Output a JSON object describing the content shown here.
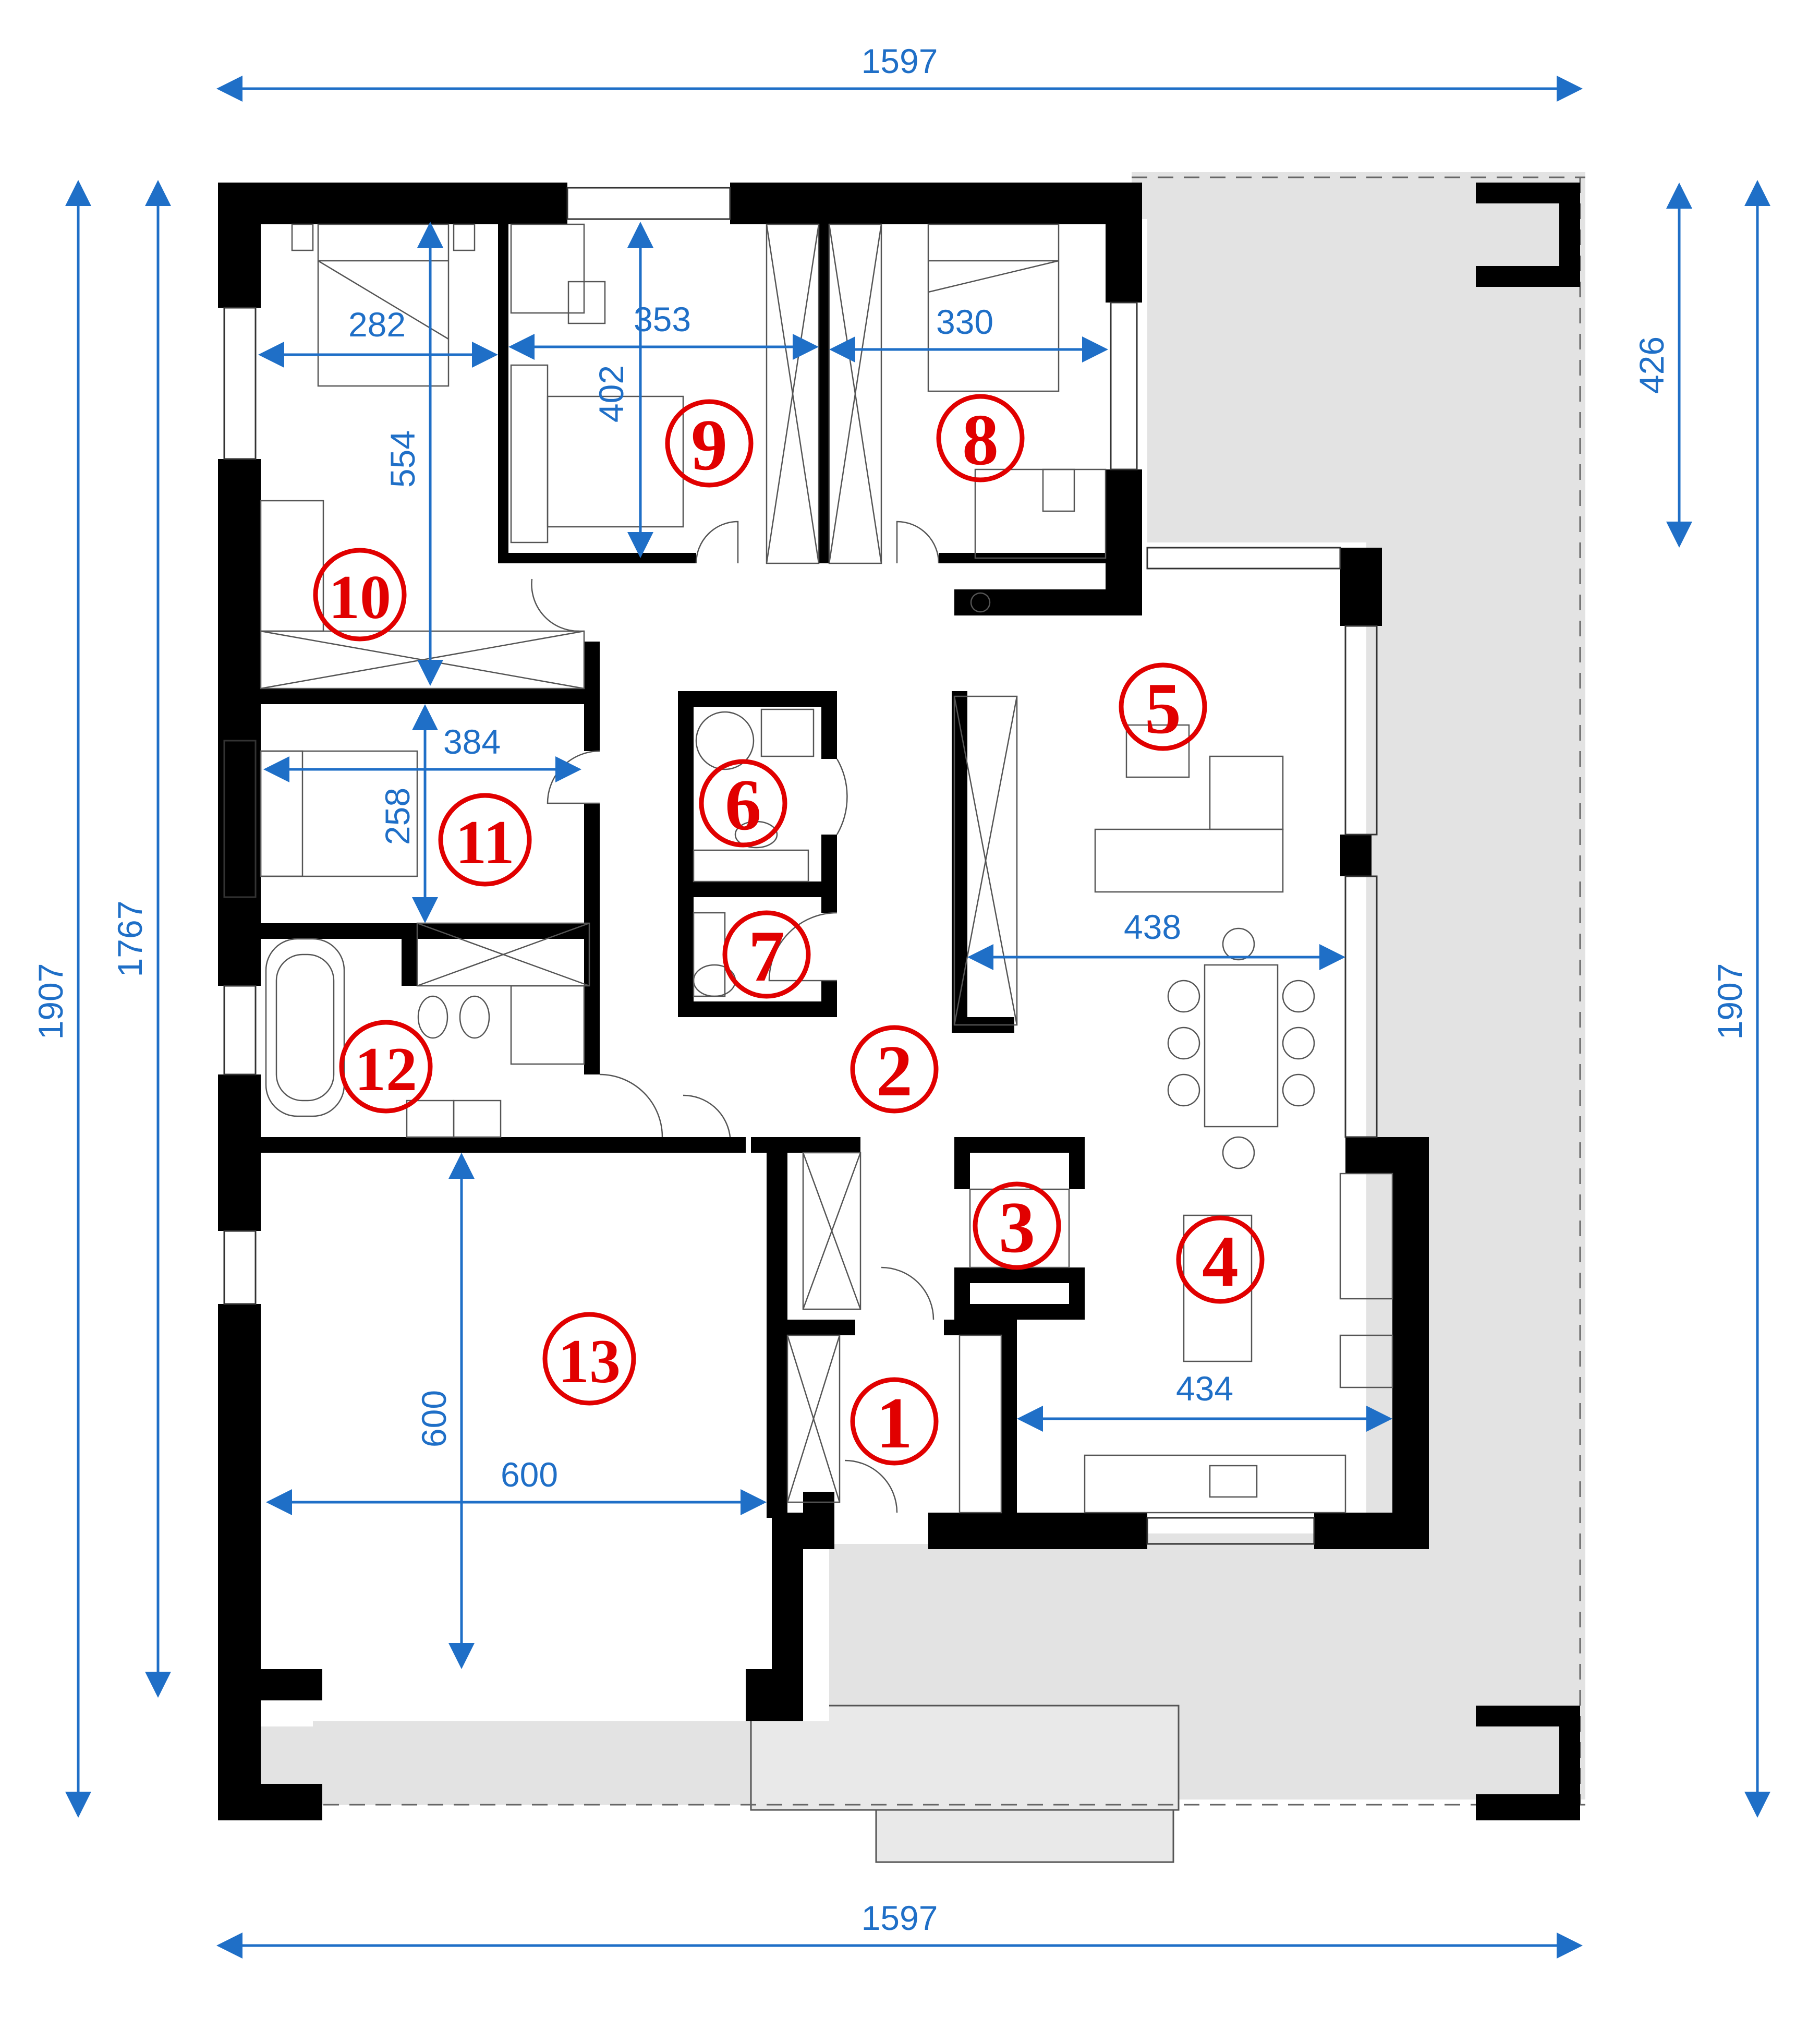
{
  "dimensions": {
    "top_width": "1597",
    "bottom_width": "1597",
    "left_outer_height": "1907",
    "left_inner_height": "1767",
    "right_height": "1907",
    "terrace_depth": "426",
    "room10_width": "282",
    "room10_depth": "554",
    "room9_width": "353",
    "room9_depth": "402",
    "room8_width": "330",
    "room11_width": "384",
    "room11_depth": "258",
    "living_width": "438",
    "kitchen_width": "434",
    "garage_depth": "600",
    "garage_width": "600"
  },
  "rooms": [
    "1",
    "2",
    "3",
    "4",
    "5",
    "6",
    "7",
    "8",
    "9",
    "10",
    "11",
    "12",
    "13"
  ],
  "colors": {
    "dimension": "#1f6fc7",
    "room_label": "#e10000",
    "wall": "#000000",
    "terrace": "#e3e3e3"
  }
}
